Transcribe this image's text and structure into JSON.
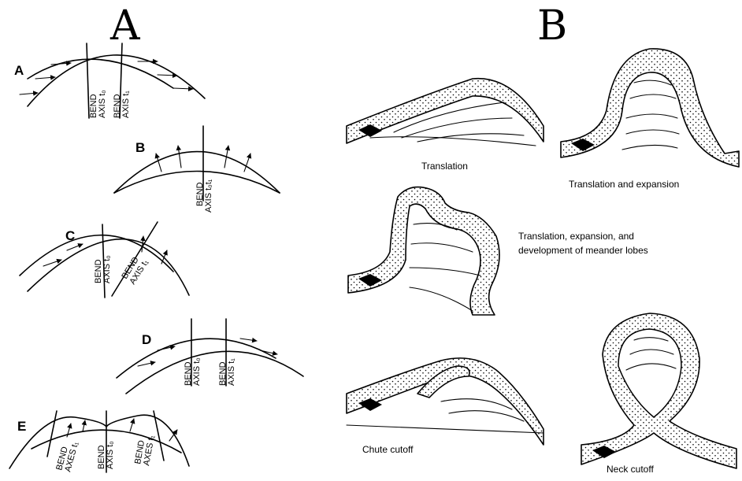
{
  "panel_a": {
    "title": "A",
    "letters": [
      "A",
      "B",
      "C",
      "D",
      "E"
    ],
    "bend_word": "BEND",
    "axis_t0": "AXIS t₀",
    "axis_t1": "AXIS t₁",
    "axis_t0t1": "AXIS t₀t₁",
    "axes_t1": "AXES t₁"
  },
  "panel_b": {
    "title": "B",
    "captions": {
      "translation": "Translation",
      "translation_expansion": "Translation and expansion",
      "lobes_line1": "Translation, expansion, and",
      "lobes_line2": "development of meander lobes",
      "chute": "Chute cutoff",
      "neck": "Neck cutoff"
    }
  }
}
